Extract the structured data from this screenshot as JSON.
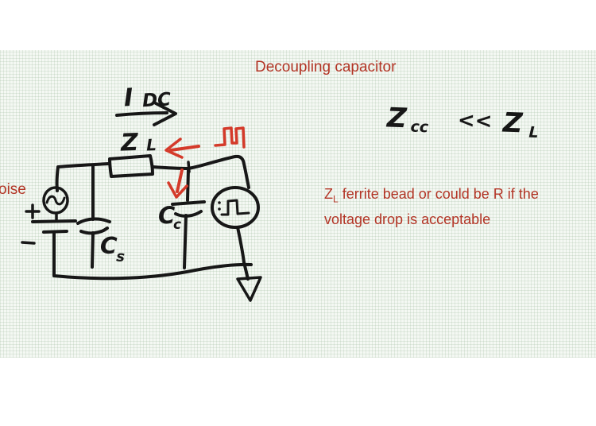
{
  "title": "Decoupling capacitor",
  "left_label": "oise",
  "note": {
    "lead_base": "Z",
    "lead_sub": "L",
    "line1_rest": " ferrite bead or could be R if the",
    "line2": "voltage drop is acceptable"
  },
  "handwriting": {
    "idc": {
      "base": "I",
      "sub": "DC"
    },
    "zl": {
      "base": "Z",
      "sub": "L"
    },
    "cs": {
      "base": "C",
      "sub": "s"
    },
    "cc": {
      "base": "C",
      "sub": "c"
    },
    "inequality": {
      "lhs_base": "Z",
      "lhs_sub": "cc",
      "op": "<<",
      "rhs_base": "Z",
      "rhs_sub": "L"
    }
  },
  "icons": {
    "noise_source": "ac-sine-source-circle",
    "battery": "battery-cell-plates",
    "ferrite_bead": "rectangle-bead",
    "capacitor_cs": "parallel-plate-capacitor",
    "capacitor_cc": "parallel-plate-capacitor",
    "pulse_source": "square-pulse-source-circle",
    "ground": "open-triangle-ground",
    "dc_current_arrow": "right-arrow",
    "noise_return_arrow": "red-left-arrow",
    "noise_shunt_arrow": "red-down-arrow",
    "square_wave_glyph": "red-square-wave"
  },
  "colors": {
    "red_text": "#b33425",
    "red_ink": "#d43a2a",
    "black_ink": "#171717",
    "canvas_bg": "#f4f8f3",
    "band_bg": "#ffffff"
  }
}
